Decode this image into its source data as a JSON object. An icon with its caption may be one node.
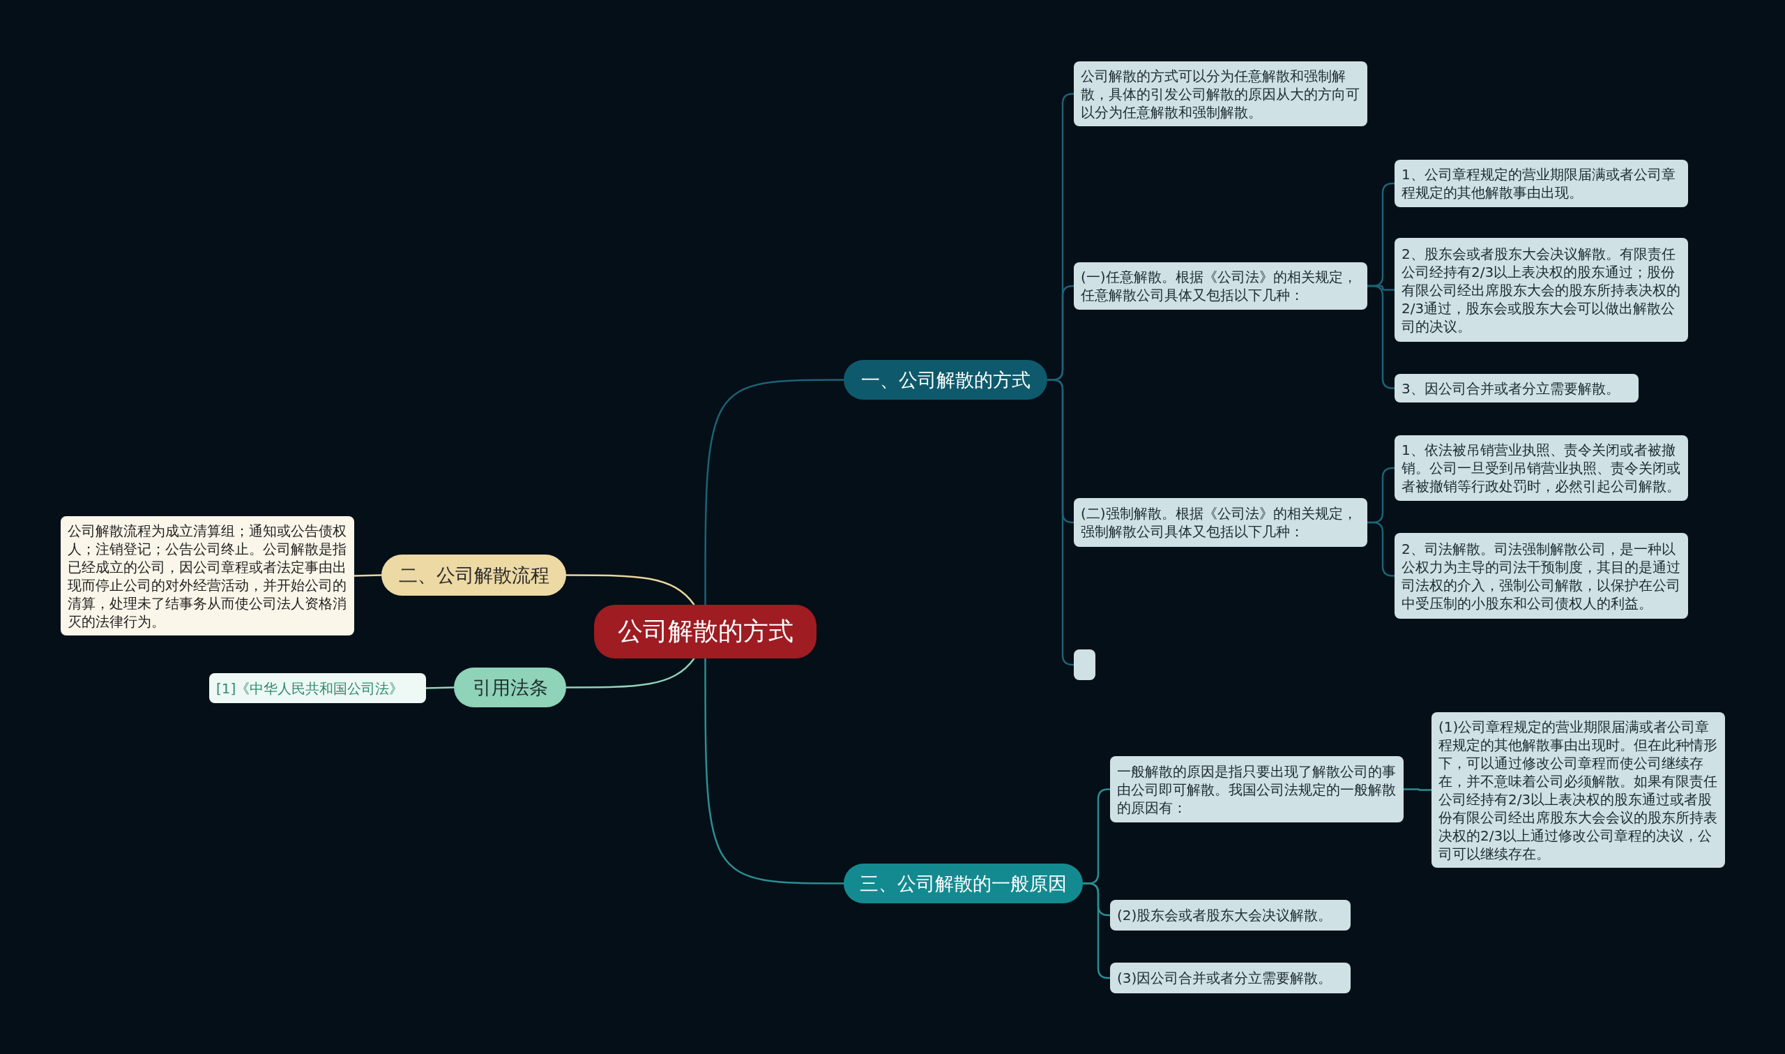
{
  "diagram": {
    "nodes": [
      {
        "text": [
          "公司解散的方式"
        ]
      },
      {
        "text": [
          "一、公司解散的方式"
        ]
      },
      {
        "text": [
          "公司解散的方式可以分为任意解散和强制解散，具体的引发公司解散的原因从大的方向可以分为任意解散和强制解散。"
        ]
      },
      {
        "text": [
          "(一)任意解散。根据《公司法》的相关规定，任意解散公司具体又包括以下几种："
        ]
      },
      {
        "text": [
          "1、公司章程规定的营业期限届满或者公司章程规定的其他解散事由出现。"
        ]
      },
      {
        "text": [
          "2、股东会或者股东大会决议解散。有限责任公司经持有2/3以上表决权的股东通过；股份有限公司经出席股东大会的股东所持表决权的2/3通过，股东会或股东大会可以做出解散公司的决议。"
        ]
      },
      {
        "text": [
          "3、因公司合并或者分立需要解散。"
        ]
      },
      {
        "text": [
          "(二)强制解散。根据《公司法》的相关规定，强制解散公司具体又包括以下几种："
        ]
      },
      {
        "text": [
          "1、依法被吊销营业执照、责令关闭或者被撤销。公司一旦受到吊销营业执照、责令关闭或者被撤销等行政处罚时，必然引起公司解散。"
        ]
      },
      {
        "text": [
          "2、司法解散。司法强制解散公司，是一种以公权力为主导的司法干预制度，其目的是通过司法权的介入，强制公司解散，以保护在公司中受压制的小股东和公司债权人的利益。"
        ]
      },
      {
        "text": [],
        "shape": "box"
      },
      {
        "text": [
          "二、公司解散流程"
        ]
      },
      {
        "text": [
          "公司解散流程为成立清算组；通知或公告债权人；注销登记；公告公司终止。公司解散是指已经成立的公司，因公司章程或者法定事由出现而停止公司的对外经营活动，并开始公司的清算，处理未了结事务从而使公司法人资格消灭的法律行为。"
        ]
      },
      {
        "text": [
          "引用法条"
        ]
      },
      {
        "text": [
          "[1]《中华人民共和国公司法》"
        ]
      },
      {
        "text": [
          "三、公司解散的一般原因"
        ]
      },
      {
        "text": [
          "一般解散的原因是指只要出现了解散公司的事由公司即可解散。我国公司法规定的一般解散的原因有："
        ]
      },
      {
        "text": [
          "(1)公司章程规定的营业期限届满或者公司章程规定的其他解散事由出现时。但在此种情形下，可以通过修改公司章程而使公司继续存在，并不意味着公司必须解散。如果有限责任公司经持有2/3以上表决权的股东通过或者股份有限公司经出席股东大会会议的股东所持表决权的2/3以上通过修改公司章程的决议，公司可以继续存在。"
        ]
      },
      {
        "text": [
          "(2)股东会或者股东大会决议解散。"
        ]
      },
      {
        "text": [
          "(3)因公司合并或者分立需要解散。"
        ]
      }
    ],
    "edges": [
      {
        "from": 0,
        "to": 1,
        "arrow": "none"
      },
      {
        "from": 1,
        "to": 2,
        "arrow": "none"
      },
      {
        "from": 1,
        "to": 3,
        "arrow": "none"
      },
      {
        "from": 3,
        "to": 4,
        "arrow": "none"
      },
      {
        "from": 3,
        "to": 5,
        "arrow": "none"
      },
      {
        "from": 3,
        "to": 6,
        "arrow": "none"
      },
      {
        "from": 1,
        "to": 7,
        "arrow": "none"
      },
      {
        "from": 7,
        "to": 8,
        "arrow": "none"
      },
      {
        "from": 7,
        "to": 9,
        "arrow": "none"
      },
      {
        "from": 1,
        "to": 10,
        "arrow": "none"
      },
      {
        "from": 0,
        "to": 11,
        "arrow": "none",
        "color": "#e8d59e"
      },
      {
        "from": 11,
        "to": 12,
        "arrow": "none",
        "color": "#e8d59e"
      },
      {
        "from": 0,
        "to": 13,
        "arrow": "none",
        "color": "#8fd3b8"
      },
      {
        "from": 13,
        "to": 14,
        "arrow": "none",
        "color": "#8fd3b8"
      },
      {
        "from": 0,
        "to": 15,
        "arrow": "none",
        "color": "#2a8f93"
      },
      {
        "from": 15,
        "to": 16,
        "arrow": "none",
        "color": "#2a8f93"
      },
      {
        "from": 16,
        "to": 17,
        "arrow": "none",
        "color": "#2a8f93"
      },
      {
        "from": 15,
        "to": 18,
        "arrow": "none",
        "color": "#2a8f93"
      },
      {
        "from": 15,
        "to": 19,
        "arrow": "none",
        "color": "#2a8f93"
      }
    ]
  }
}
